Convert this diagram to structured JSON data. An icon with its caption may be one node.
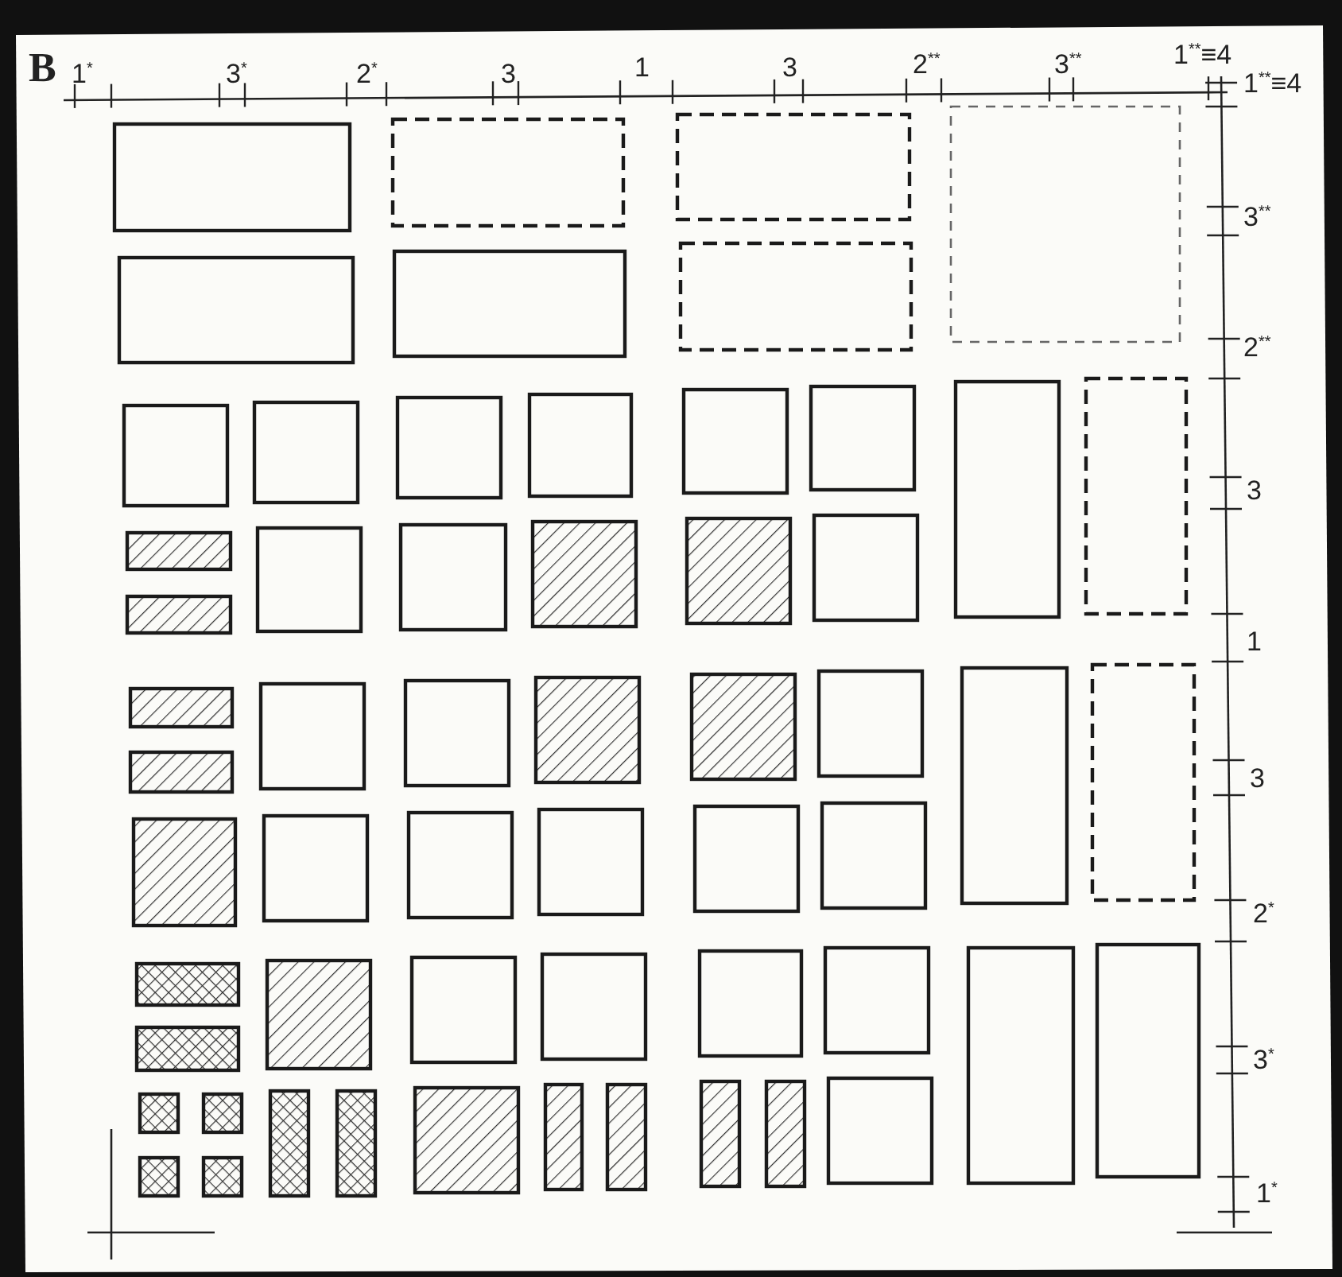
{
  "diagram": {
    "labels": [
      "B",
      "1$^{*}$",
      "3$^{*}$",
      "2$^{*}$",
      "3",
      "1",
      "3",
      "2$^{**}$",
      "3$^{**}$",
      "1$^{**}$≡4",
      "1$^{**}$≡4",
      "3$^{**}$",
      "2$^{**}$",
      "3",
      "1",
      "3",
      "2$^{*}$",
      "3$^{*}$",
      "1$^{*}$"
    ]
  }
}
